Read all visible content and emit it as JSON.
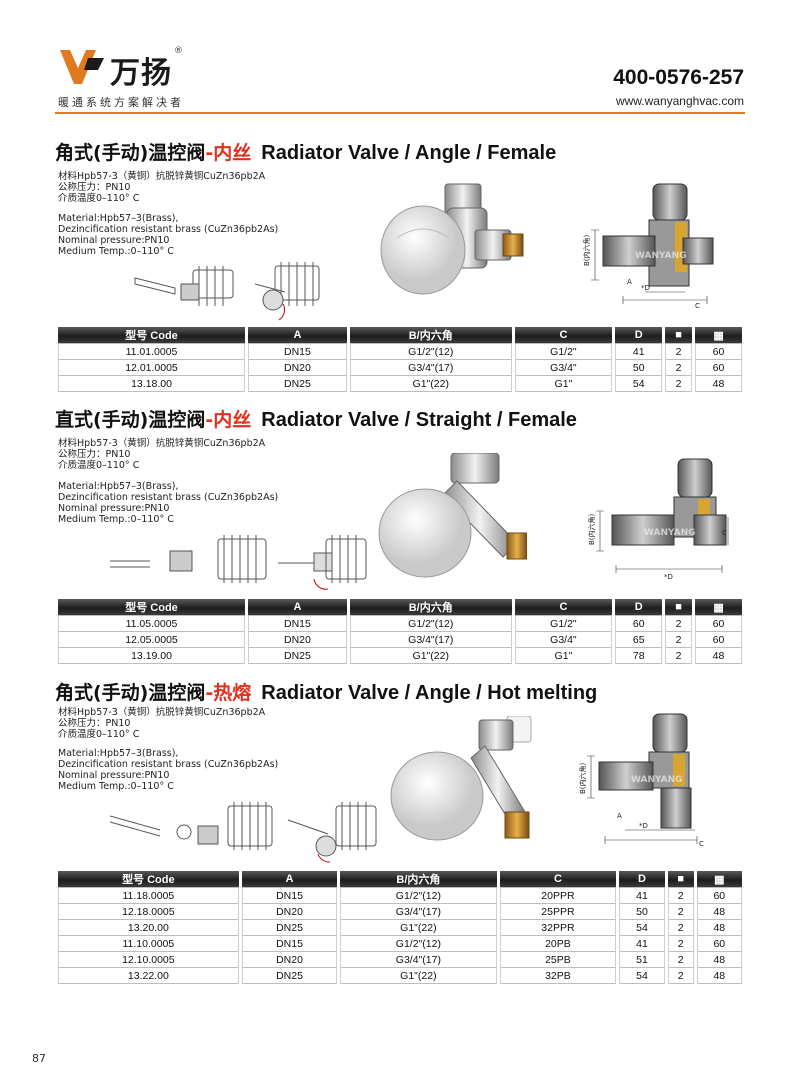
{
  "header": {
    "logo_cn": "万扬",
    "logo_sub": "暖通系统方案解决者",
    "registered": "®",
    "phone": "400-0576-257",
    "website": "www.wanyanghvac.com",
    "brand_color": "#e07a1f"
  },
  "sections": [
    {
      "title_cn": "角式(手动)温控阀",
      "title_cn_red": "-内丝",
      "title_en": "Radiator Valve / Angle / Female",
      "spec_cn": [
        "材料Hpb57-3（黄铜）抗脱锌黄铜CuZn36pb2A",
        "公称压力：PN10",
        "介质温度0–110°  C"
      ],
      "spec_en": [
        "Material:Hpb57–3(Brass),",
        "Dezincification resistant brass (CuZn36pb2As)",
        "Nominal pressure:PN10",
        "Medium Temp.:0–110°  C"
      ],
      "headers": [
        "型号 Code",
        "A",
        "B/内六角",
        "C",
        "D",
        "■",
        "▦"
      ],
      "rows": [
        [
          "11.01.0005",
          "DN15",
          "G1/2\"(12)",
          "G1/2\"",
          "41",
          "2",
          "60"
        ],
        [
          "12.01.0005",
          "DN20",
          "G3/4\"(17)",
          "G3/4\"",
          "50",
          "2",
          "60"
        ],
        [
          "13.18.00",
          "DN25",
          "G1\"(22)",
          "G1\"",
          "54",
          "2",
          "48"
        ]
      ]
    },
    {
      "title_cn": "直式(手动)温控阀",
      "title_cn_red": "-内丝",
      "title_en": "Radiator Valve / Straight / Female",
      "spec_cn": [
        "材料Hpb57-3（黄铜）抗脱锌黄铜CuZn36pb2A",
        "公称压力：PN10",
        "介质温度0–110°  C"
      ],
      "spec_en": [
        "Material:Hpb57–3(Brass),",
        "Dezincification resistant brass (CuZn36pb2As)",
        "Nominal pressure:PN10",
        "Medium Temp.:0–110°  C"
      ],
      "headers": [
        "型号 Code",
        "A",
        "B/内六角",
        "C",
        "D",
        "■",
        "▦"
      ],
      "rows": [
        [
          "11.05.0005",
          "DN15",
          "G1/2\"(12)",
          "G1/2\"",
          "60",
          "2",
          "60"
        ],
        [
          "12.05.0005",
          "DN20",
          "G3/4\"(17)",
          "G3/4\"",
          "65",
          "2",
          "60"
        ],
        [
          "13.19.00",
          "DN25",
          "G1\"(22)",
          "G1\"",
          "78",
          "2",
          "48"
        ]
      ]
    },
    {
      "title_cn": "角式(手动)温控阀",
      "title_cn_red": "-热熔",
      "title_en": "Radiator Valve / Angle / Hot melting",
      "spec_cn": [
        "材料Hpb57-3（黄铜）抗脱锌黄铜CuZn36pb2A",
        "公称压力：PN10",
        "介质温度0–110°  C"
      ],
      "spec_en": [
        "Material:Hpb57–3(Brass),",
        "Dezincification resistant brass (CuZn36pb2As)",
        "Nominal pressure:PN10",
        "Medium Temp.:0–110°  C"
      ],
      "headers": [
        "型号 Code",
        "A",
        "B/内六角",
        "C",
        "D",
        "■",
        "▦"
      ],
      "rows": [
        [
          "11.18.0005",
          "DN15",
          "G1/2\"(12)",
          "20PPR",
          "41",
          "2",
          "60"
        ],
        [
          "12.18.0005",
          "DN20",
          "G3/4\"(17)",
          "25PPR",
          "50",
          "2",
          "48"
        ],
        [
          "13.20.00",
          "DN25",
          "G1\"(22)",
          "32PPR",
          "54",
          "2",
          "48"
        ],
        [
          "11.10.0005",
          "DN15",
          "G1/2\"(12)",
          "20PB",
          "41",
          "2",
          "60"
        ],
        [
          "12.10.0005",
          "DN20",
          "G3/4\"(17)",
          "25PB",
          "51",
          "2",
          "48"
        ],
        [
          "13.22.00",
          "DN25",
          "G1\"(22)",
          "32PB",
          "54",
          "2",
          "48"
        ]
      ]
    }
  ],
  "diagram_labels": {
    "b_label": "B(内六角)",
    "a": "A",
    "c": "C",
    "d": "*D",
    "watermark": "WANYANG"
  },
  "page_number": "87"
}
